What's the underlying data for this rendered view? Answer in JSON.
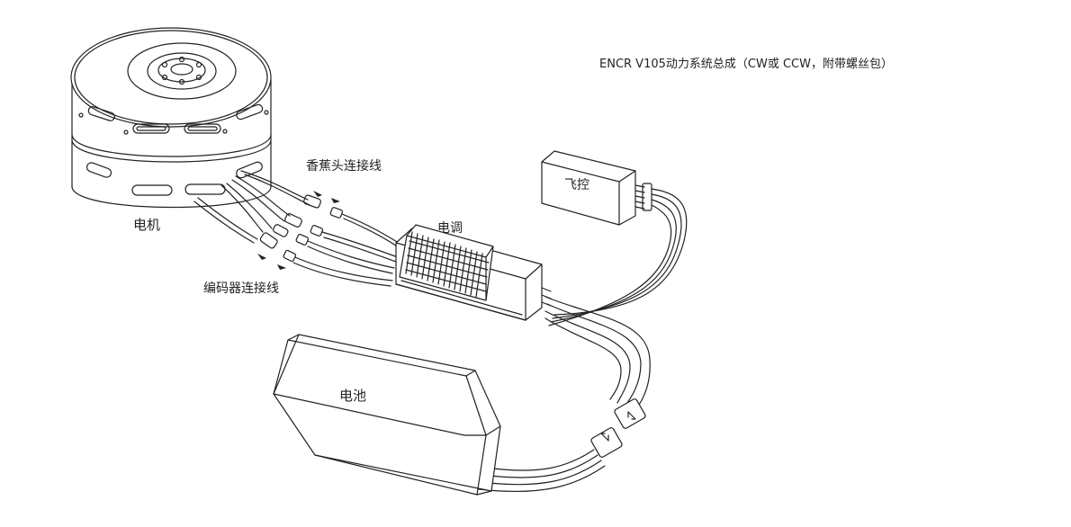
{
  "title": "ENCR V105动力系统总成（CW或 CCW，附带螺丝包）",
  "labels": {
    "motor": "电机",
    "banana_cable": "香蕉头连接线",
    "esc": "电调",
    "encoder_cable": "编码器连接线",
    "flight_controller": "飞控",
    "battery": "电池"
  },
  "colors": {
    "line": "#222222",
    "background": "#ffffff"
  }
}
